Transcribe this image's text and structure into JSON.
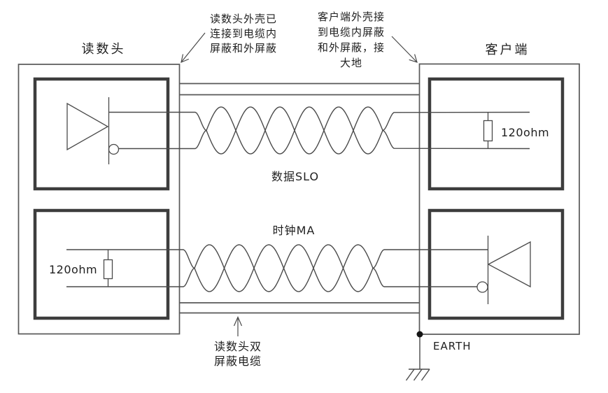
{
  "diagram": {
    "left_device": {
      "title": "读数头"
    },
    "right_device": {
      "title": "客户端"
    },
    "signals": {
      "data": "数据SLO",
      "clock": "时钟MA"
    },
    "resistors": {
      "left": "120ohm",
      "right": "120ohm"
    },
    "earth_label": "EARTH",
    "annotations": {
      "read_head_shell": "读数头外壳已\n连接到电缆内\n屏蔽和外屏蔽",
      "client_shell": "客户端外壳接\n到电缆内屏蔽\n和外屏蔽，接\n大地",
      "cable": "读数头双\n屏蔽电缆"
    },
    "colors": {
      "wire": "#4a4a4a",
      "enclosure_box": "#585858",
      "module_box": "#3d3d3d",
      "text": "#1f1f1f",
      "background": "#ffffff"
    }
  }
}
